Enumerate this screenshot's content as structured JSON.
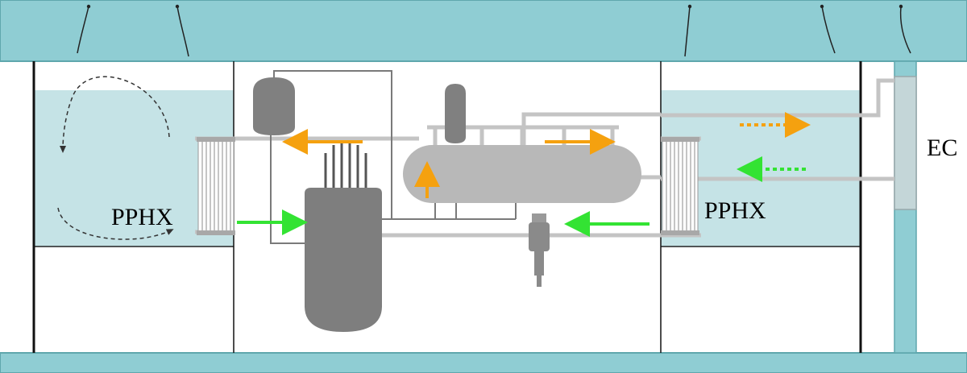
{
  "labels": {
    "pphx_left": "PPHX",
    "pphx_right": "PPHX",
    "ec": "EC"
  },
  "colors": {
    "structure_teal": "#8fcdd3",
    "structure_stroke": "#5fa7ad",
    "pool_water": "#c5e3e6",
    "component_dark": "#808080",
    "component_light": "#b8b8b8",
    "pipe_light": "#c4c4c4",
    "wall_black": "#111111",
    "flow_hot": "#f5a10f",
    "flow_cold": "#33e333",
    "circulation": "#333333"
  },
  "icons": {
    "flow_arrow": "arrow-icon",
    "circulation": "dashed-curved-arrow-icon",
    "heat_exchanger": "tube-bundle-icon"
  }
}
